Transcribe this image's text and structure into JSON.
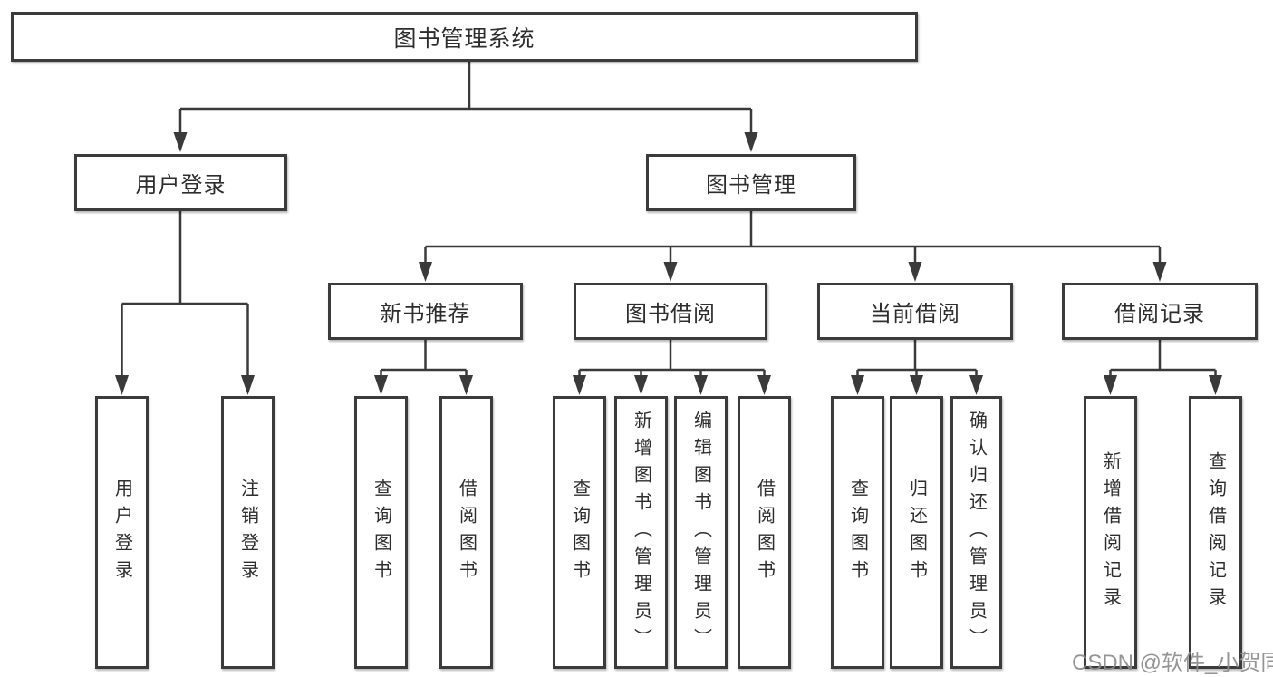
{
  "diagram": {
    "title": "图书管理系统",
    "level2": [
      {
        "label": "用户登录"
      },
      {
        "label": "图书管理"
      }
    ],
    "level3": [
      {
        "label": "新书推荐"
      },
      {
        "label": "图书借阅"
      },
      {
        "label": "当前借阅"
      },
      {
        "label": "借阅记录"
      }
    ],
    "leaves": {
      "user_login": [
        "用户登录",
        "注销登录"
      ],
      "new_books": [
        "查询图书",
        "借阅图书"
      ],
      "book_borrow": [
        "查询图书",
        "新增图书（管理员）",
        "编辑图书（管理员）",
        "借阅图书"
      ],
      "current_borrow": [
        "查询图书",
        "归还图书",
        "确认归还（管理员）"
      ],
      "borrow_records": [
        "新增借阅记录",
        "查询借阅记录"
      ]
    },
    "watermark": "CSDN @软件_小贺同学",
    "colors": {
      "line": "#3a3a3a",
      "border": "#3b3b3b",
      "text": "#2d2d2d",
      "watermark": "#9b9b9b",
      "background": "#ffffff"
    }
  }
}
